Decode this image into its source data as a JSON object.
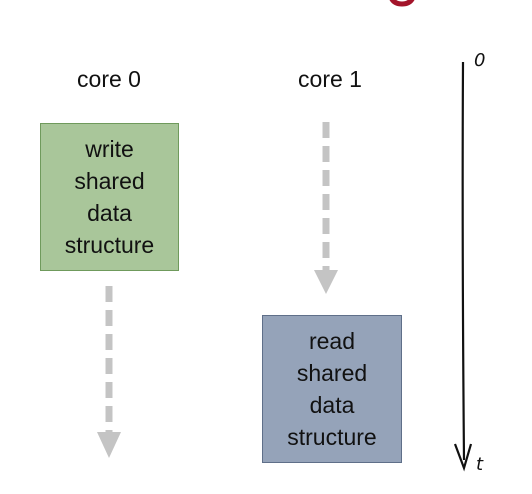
{
  "cores": [
    {
      "label": "core 0"
    },
    {
      "label": "core 1"
    }
  ],
  "boxes": {
    "write": {
      "lines": [
        "write",
        "shared",
        "data",
        "structure"
      ]
    },
    "read": {
      "lines": [
        "read",
        "shared",
        "data",
        "structure"
      ]
    }
  },
  "timeline": {
    "start_label": "0",
    "end_label": "t"
  },
  "colors": {
    "write_box": "#a9c69a",
    "read_box": "#95a3b9",
    "arrow": "#c4c4c4",
    "header_fragment": "#a3142a"
  }
}
